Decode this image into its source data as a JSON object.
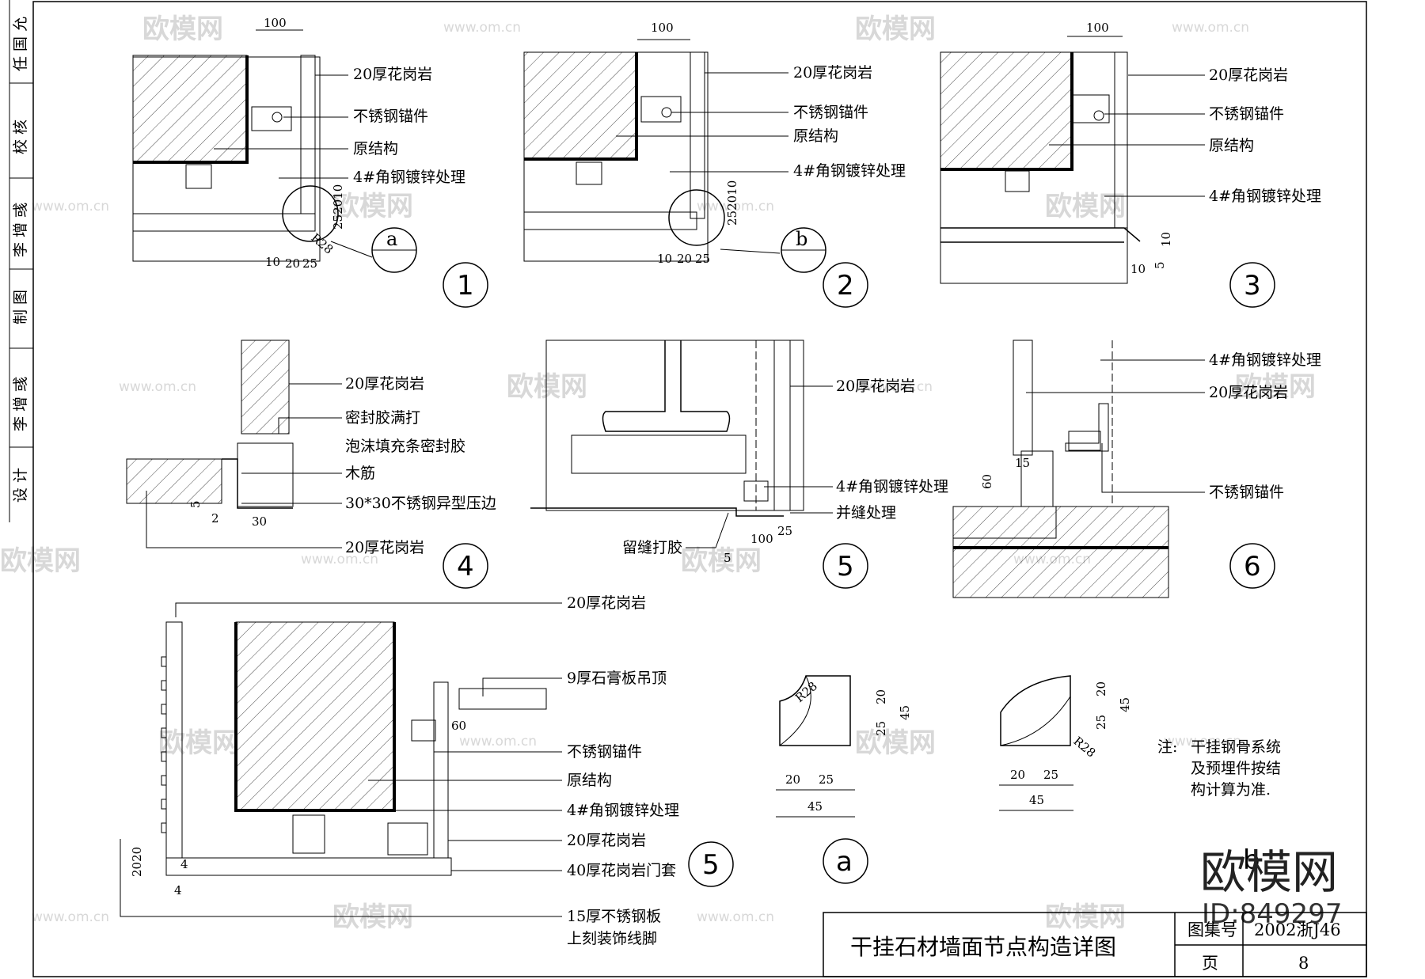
{
  "side_strip": [
    "设 计",
    "李 增 彧",
    "制 图",
    "李 增 彧",
    "校 核",
    "任 国 允"
  ],
  "watermark": {
    "brand": "欧模网",
    "url": "www.om.cn"
  },
  "stamp": {
    "logo": "欧模网",
    "id": "ID:849297"
  },
  "details": {
    "d1": {
      "number": "1",
      "dim_top": "100",
      "labels": [
        "20厚花岗岩",
        "不锈钢锚件",
        "原结构",
        "4#角钢镀锌处理"
      ],
      "dims_bottom": [
        "10",
        "20",
        "25"
      ],
      "dims_side": "252010",
      "radius": "R28",
      "callout": "a"
    },
    "d2": {
      "number": "2",
      "dim_top": "100",
      "labels": [
        "20厚花岗岩",
        "不锈钢锚件",
        "原结构",
        "4#角钢镀锌处理"
      ],
      "dims_bottom": [
        "10",
        "20",
        "25"
      ],
      "dims_side": "252010",
      "callout": "b"
    },
    "d3": {
      "number": "3",
      "dim_top": "100",
      "labels": [
        "20厚花岗岩",
        "不锈钢锚件",
        "原结构",
        "4#角钢镀锌处理"
      ],
      "dims": [
        "10",
        "5",
        "10"
      ]
    },
    "d4": {
      "number": "4",
      "labels": [
        "20厚花岗岩",
        "密封胶满打",
        "泡沫填充条密封胶",
        "木筋",
        "30*30不锈钢异型压边",
        "20厚花岗岩"
      ],
      "dims": [
        "5",
        "2",
        "30"
      ]
    },
    "d5a": {
      "number": "5",
      "labels": [
        "20厚花岗岩",
        "4#角钢镀锌处理",
        "并缝处理",
        "留缝打胶"
      ],
      "dims": [
        "100",
        "25",
        "5"
      ]
    },
    "d6": {
      "number": "6",
      "labels": [
        "4#角钢镀锌处理",
        "20厚花岗岩",
        "不锈钢锚件"
      ],
      "dims": [
        "15",
        "60"
      ]
    },
    "d5b": {
      "number": "5",
      "labels": [
        "20厚花岗岩",
        "9厚石膏板吊顶",
        "不锈钢锚件",
        "原结构",
        "4#角钢镀锌处理",
        "20厚花岗岩",
        "40厚花岗岩门套",
        "15厚不锈钢板",
        "上刻装饰线脚"
      ],
      "dims": [
        "60",
        "2020",
        "4",
        "4"
      ]
    },
    "da": {
      "number": "a",
      "radius": "R28",
      "dims": [
        "20",
        "25",
        "45",
        "20",
        "25",
        "45"
      ]
    },
    "db": {
      "number": "b",
      "radius": "R28",
      "dims": [
        "20",
        "25",
        "45",
        "20",
        "25",
        "45"
      ]
    }
  },
  "note": {
    "prefix": "注:",
    "lines": [
      "干挂钢骨系统",
      "及预埋件按结",
      "构计算为准."
    ]
  },
  "title_block": {
    "title": "干挂石材墙面节点构造详图",
    "atlas_label": "图集号",
    "atlas_value": "2002浙J46",
    "page_label": "页",
    "page_value": "8"
  }
}
